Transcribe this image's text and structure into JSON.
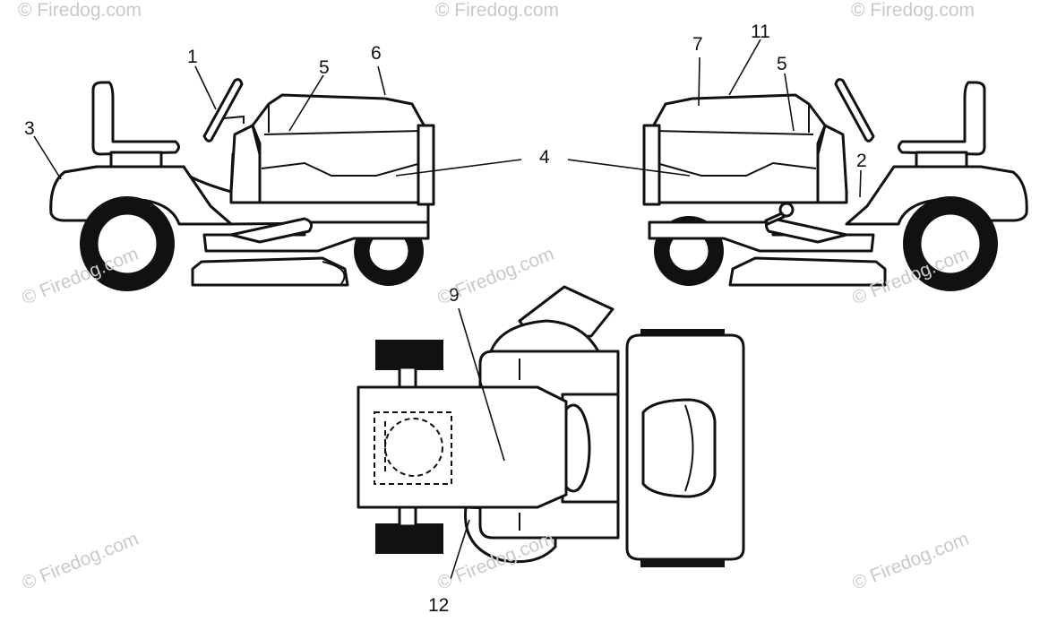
{
  "watermark": "© Firedog.com",
  "callouts": {
    "c1": "1",
    "c2": "2",
    "c3": "3",
    "c4": "4",
    "c5_left": "5",
    "c5_right": "5",
    "c6": "6",
    "c7": "7",
    "c9": "9",
    "c11": "11",
    "c12": "12"
  }
}
